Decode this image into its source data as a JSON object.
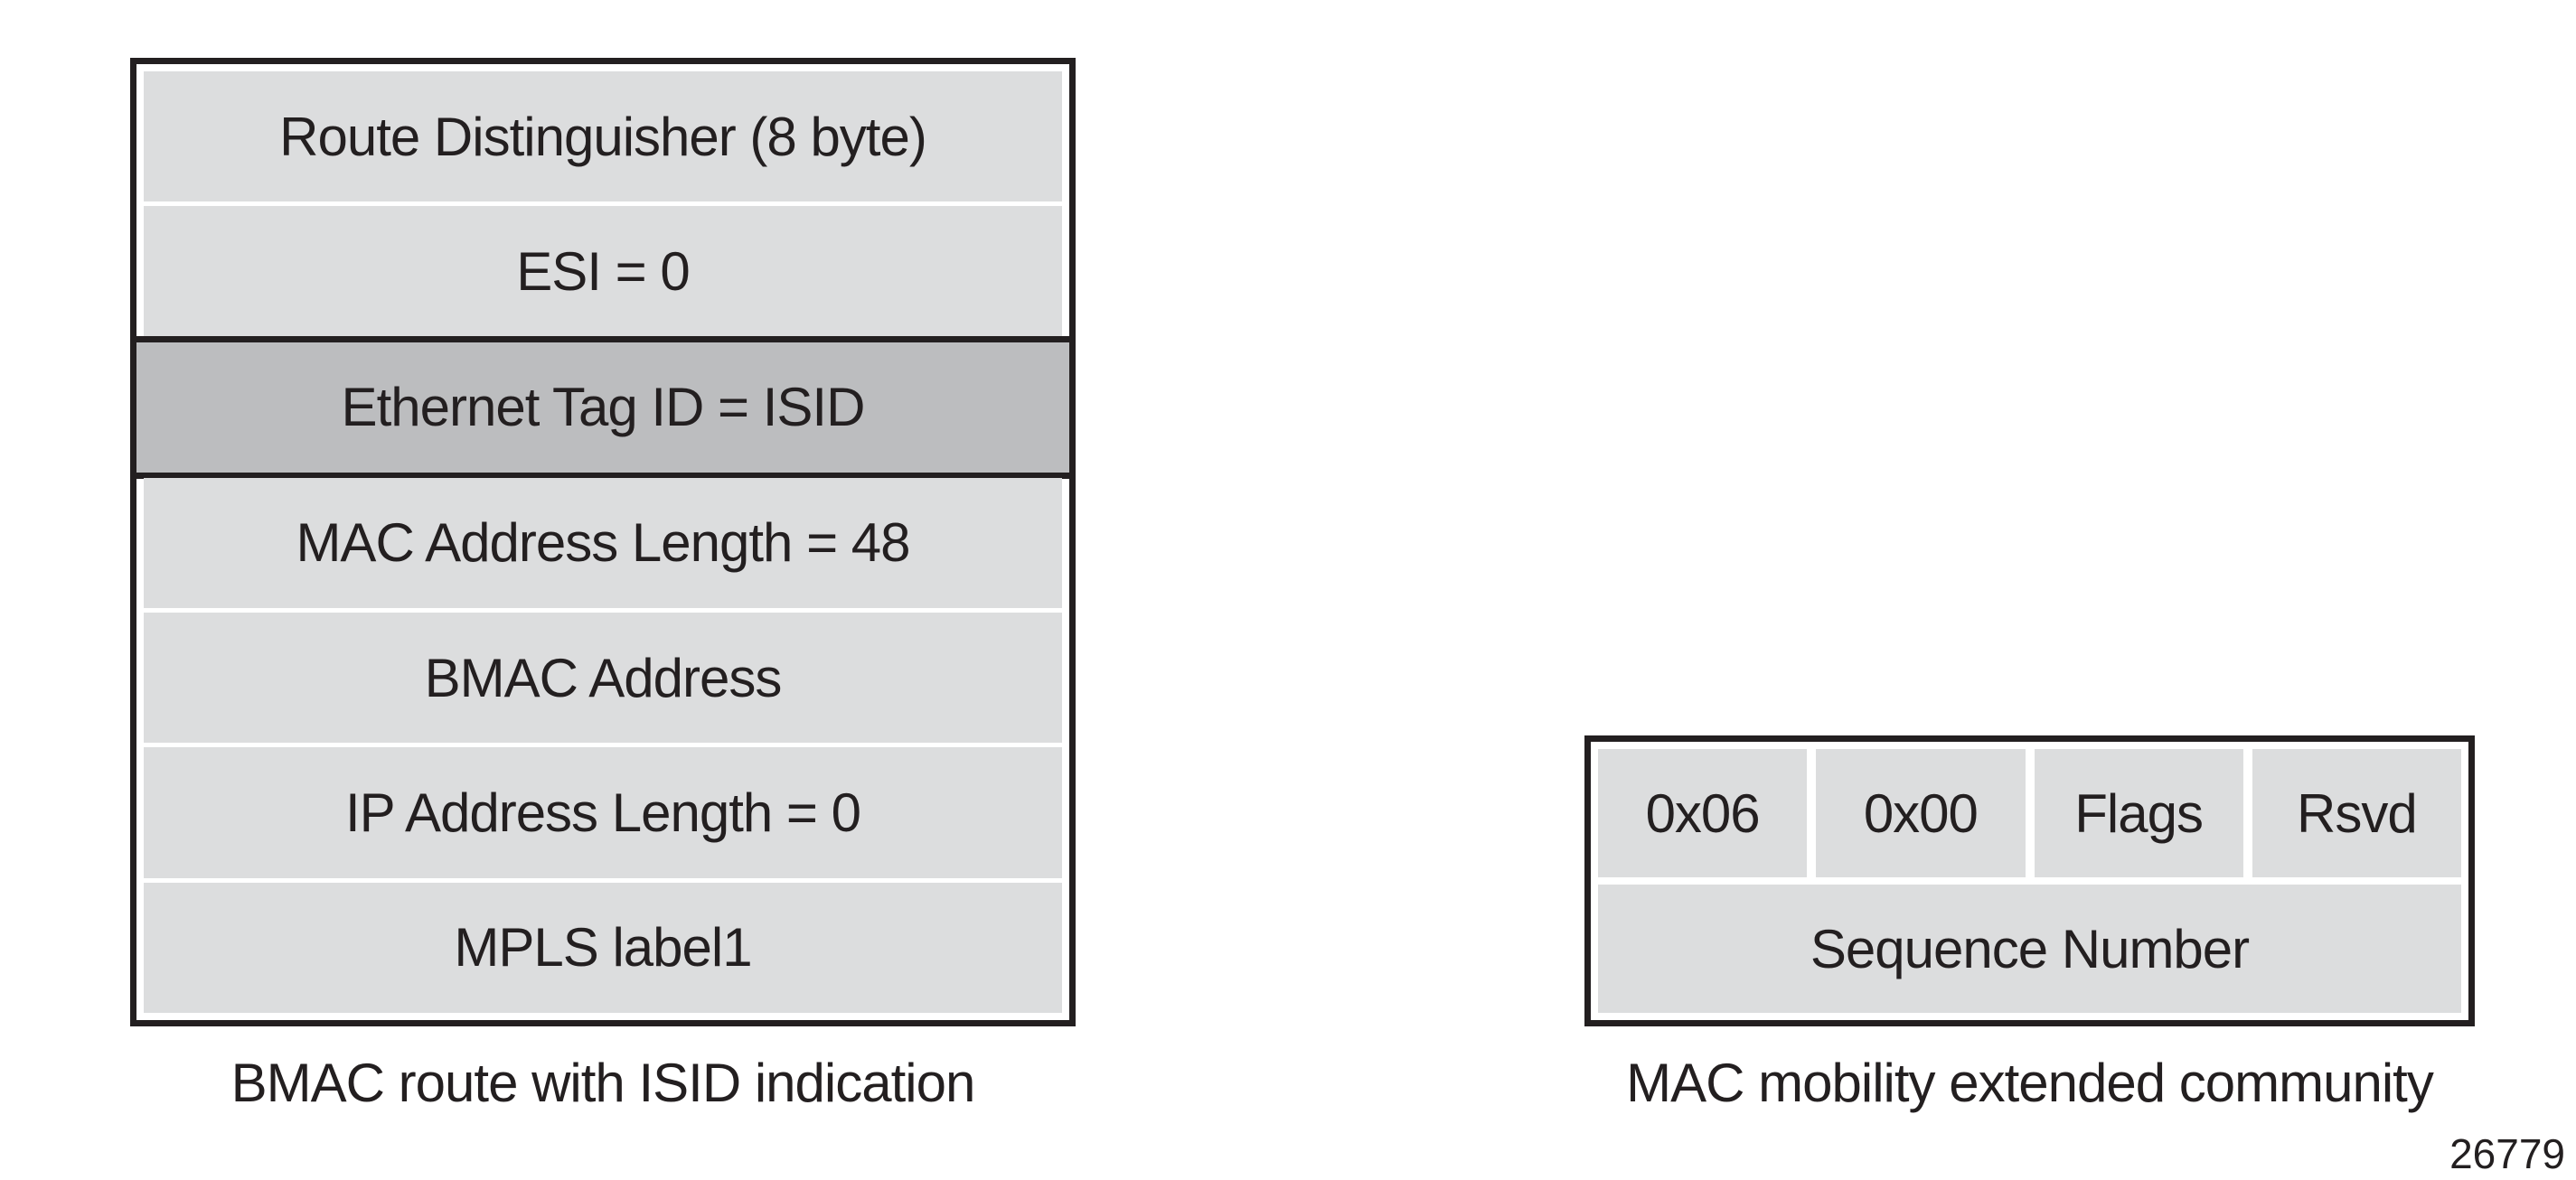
{
  "left_diagram": {
    "caption": "BMAC route with ISID indication",
    "rows": [
      {
        "label": "Route Distinguisher (8 byte)",
        "highlight": false
      },
      {
        "label": "ESI = 0",
        "highlight": false
      },
      {
        "label": "Ethernet Tag ID = ISID",
        "highlight": true
      },
      {
        "label": "MAC Address Length = 48",
        "highlight": false
      },
      {
        "label": "BMAC Address",
        "highlight": false
      },
      {
        "label": "IP Address Length = 0",
        "highlight": false
      },
      {
        "label": "MPLS label1",
        "highlight": false
      }
    ],
    "highlighted_row_index": 2
  },
  "right_diagram": {
    "caption": "MAC mobility extended community",
    "top_cells": [
      "0x06",
      "0x00",
      "Flags",
      "Rsvd"
    ],
    "bottom_cell": "Sequence Number"
  },
  "figure_number": "26779",
  "colors": {
    "cell_fill": "#dcddde",
    "highlight_fill": "#bcbdbf",
    "line_black": "#231f20",
    "background": "#ffffff"
  }
}
